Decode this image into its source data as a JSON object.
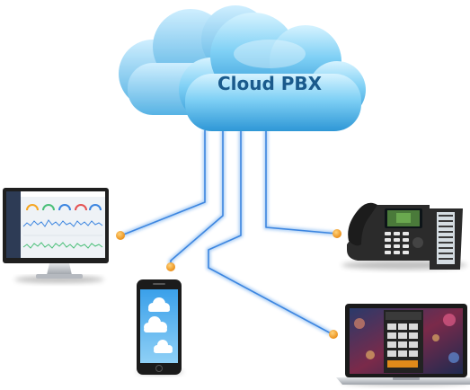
{
  "cloud": {
    "label": "Cloud PBX"
  },
  "colors": {
    "cloud_light": "#bfeaff",
    "cloud_mid": "#5fc3f0",
    "cloud_dark": "#2a93d4",
    "cloud_text": "#1a5a8c",
    "connection_line": "#3d86e0",
    "connection_glow": "#a9cdf5",
    "node_dot": "#f5a623",
    "device_dark": "#2b2b2b",
    "device_silver": "#c8ccd1",
    "dashboard_bg": "#eef2f6",
    "phone_screen_sky": "#5fb6f0"
  },
  "devices": [
    {
      "name": "desktop-monitor",
      "icon": "monitor-icon"
    },
    {
      "name": "ip-desk-phone",
      "icon": "desk-phone-icon"
    },
    {
      "name": "smartphone",
      "icon": "smartphone-icon"
    },
    {
      "name": "laptop",
      "icon": "laptop-icon"
    }
  ]
}
